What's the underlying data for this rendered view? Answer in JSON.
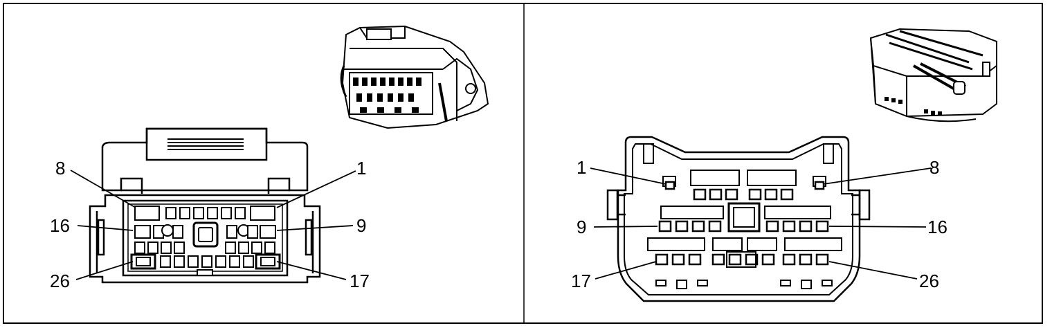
{
  "left_view": {
    "labels": {
      "pin_8": "8",
      "pin_1": "1",
      "pin_16": "16",
      "pin_9": "9",
      "pin_26": "26",
      "pin_17": "17"
    }
  },
  "right_view": {
    "labels": {
      "pin_1": "1",
      "pin_8": "8",
      "pin_9": "9",
      "pin_16": "16",
      "pin_17": "17",
      "pin_26": "26"
    }
  }
}
